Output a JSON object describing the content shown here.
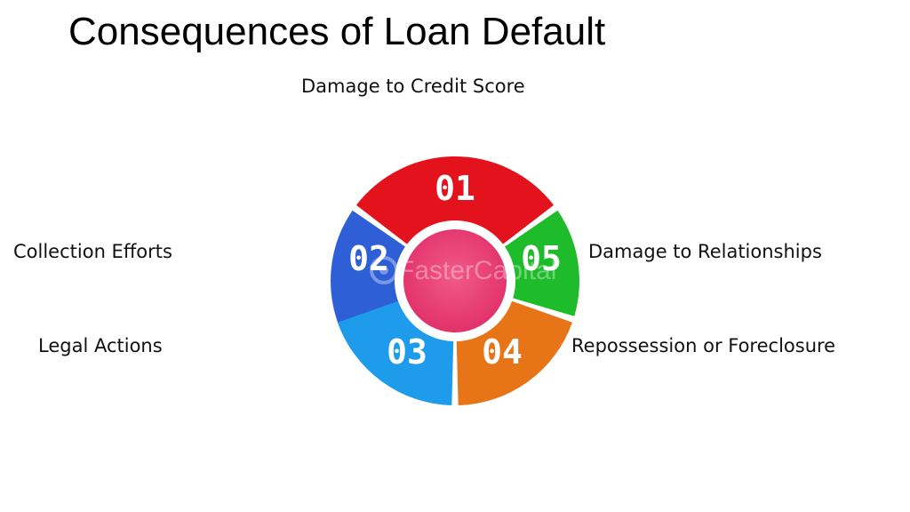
{
  "title": "Consequences of Loan Default",
  "watermark": "FasterCapital",
  "segments": [
    {
      "number": "01",
      "label": "Damage to Credit Score",
      "color": "#e4121c"
    },
    {
      "number": "02",
      "label": "Collection Efforts",
      "color": "#2f5fd6"
    },
    {
      "number": "03",
      "label": "Legal Actions",
      "color": "#1e9bea"
    },
    {
      "number": "04",
      "label": "Repossession or Foreclosure",
      "color": "#e87418"
    },
    {
      "number": "05",
      "label": "Damage to Relationships",
      "color": "#1ebc2a"
    }
  ],
  "center_color": "#ec3f77"
}
